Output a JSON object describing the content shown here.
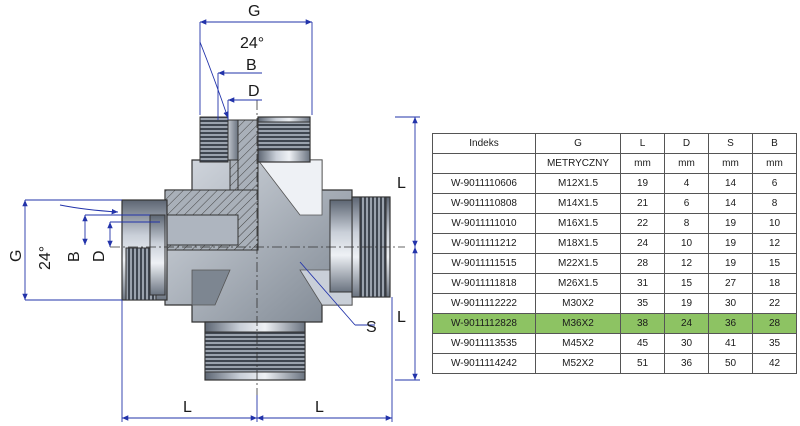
{
  "drawing": {
    "labels": {
      "g_top": "G",
      "angle_top": "24°",
      "b_top": "B",
      "d_top": "D",
      "l_right_top": "L",
      "l_right_bottom": "L",
      "g_left": "G",
      "angle_left": "24°",
      "b_left": "B",
      "d_left": "D",
      "s": "S",
      "l_bottom_left": "L",
      "l_bottom_right": "L"
    }
  },
  "table": {
    "headers": [
      "Indeks",
      "G",
      "L",
      "D",
      "S",
      "B"
    ],
    "units": [
      "",
      "METRYCZNY",
      "mm",
      "mm",
      "mm",
      "mm"
    ],
    "highlight_row": 7,
    "highlight_color": "#8dc363",
    "rows": [
      [
        "W-9011110606",
        "M12X1.5",
        "19",
        "4",
        "14",
        "6"
      ],
      [
        "W-9011110808",
        "M14X1.5",
        "21",
        "6",
        "14",
        "8"
      ],
      [
        "W-9011111010",
        "M16X1.5",
        "22",
        "8",
        "19",
        "10"
      ],
      [
        "W-9011111212",
        "M18X1.5",
        "24",
        "10",
        "19",
        "12"
      ],
      [
        "W-9011111515",
        "M22X1.5",
        "28",
        "12",
        "19",
        "15"
      ],
      [
        "W-9011111818",
        "M26X1.5",
        "31",
        "15",
        "27",
        "18"
      ],
      [
        "W-9011112222",
        "M30X2",
        "35",
        "19",
        "30",
        "22"
      ],
      [
        "W-9011112828",
        "M36X2",
        "38",
        "24",
        "36",
        "28"
      ],
      [
        "W-9011113535",
        "M45X2",
        "45",
        "30",
        "41",
        "35"
      ],
      [
        "W-9011114242",
        "M52X2",
        "51",
        "36",
        "50",
        "42"
      ]
    ]
  }
}
